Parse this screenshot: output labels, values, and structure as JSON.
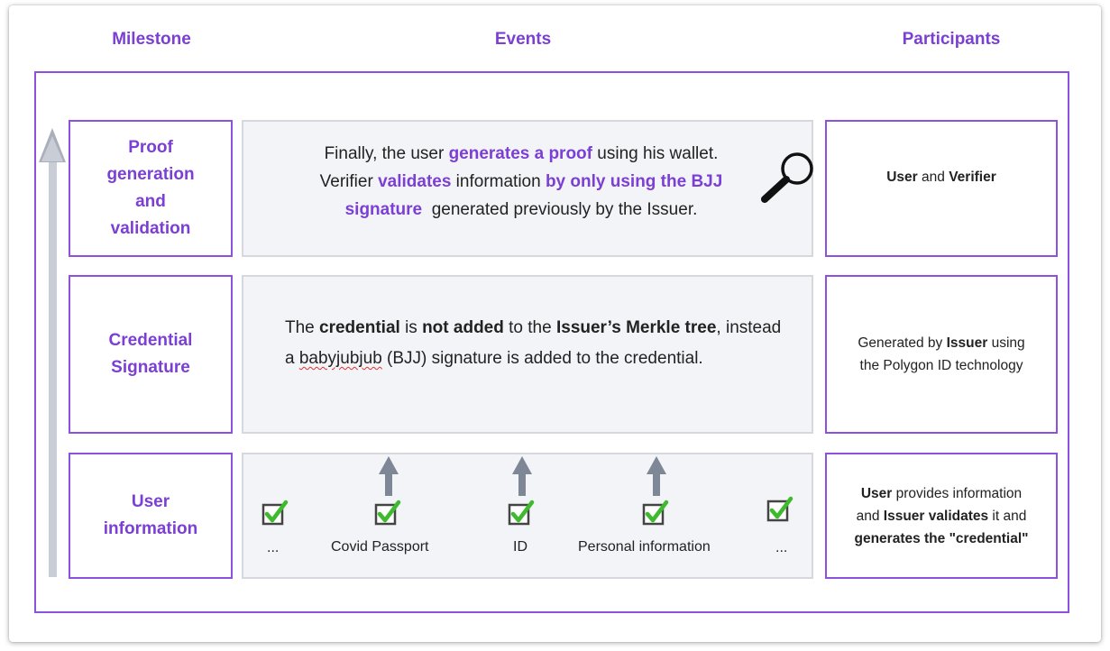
{
  "headers": {
    "milestone": "Milestone",
    "events": "Events",
    "participants": "Participants"
  },
  "rows": [
    {
      "milestone_lines": [
        "Proof",
        "generation",
        "and",
        "validation"
      ],
      "event": {
        "l1a": "Finally, the user ",
        "l1b": "generates a proof",
        "l1c": " using his wallet.",
        "l2a": "Verifier ",
        "l2b": "validates",
        "l2c": " information ",
        "l2d": "by only using the BJJ",
        "l3a": "signature",
        "l3b": "  generated previously by the Issuer."
      },
      "participants": {
        "a": "User",
        "b": " and ",
        "c": "Verifier"
      }
    },
    {
      "milestone_lines": [
        "Credential",
        "Signature"
      ],
      "event": {
        "a": "The ",
        "b": "credential",
        "c": " is ",
        "d": "not added",
        "e": " to the ",
        "f": "Issuer’s Merkle tree",
        "g": ", instead a ",
        "h": "babyjubjub",
        "i": " (BJJ) signature is added to the credential."
      },
      "participants": {
        "l1a": "Generated by ",
        "l1b": "Issuer",
        "l1c": " using",
        "l2": "the Polygon ID technology"
      }
    },
    {
      "milestone_lines": [
        "User",
        "information"
      ],
      "event": {
        "items": [
          "...",
          "Covid Passport",
          "ID",
          "Personal information",
          "..."
        ]
      },
      "participants": {
        "l1a": "User",
        "l1b": " provides information",
        "l2a": "and ",
        "l2b": "Issuer validates",
        "l2c": " it and",
        "l3": "generates the \"credential\""
      }
    }
  ],
  "colors": {
    "accent_purple": "#7b3fd4",
    "border_purple": "#8c52de",
    "event_bg": "#f3f4f8",
    "arrow_gray": "#c9ced6",
    "check_green": "#3dbb2c"
  },
  "icons": [
    "magnifier-icon",
    "checkbox-check-icon",
    "up-arrow-icon"
  ]
}
